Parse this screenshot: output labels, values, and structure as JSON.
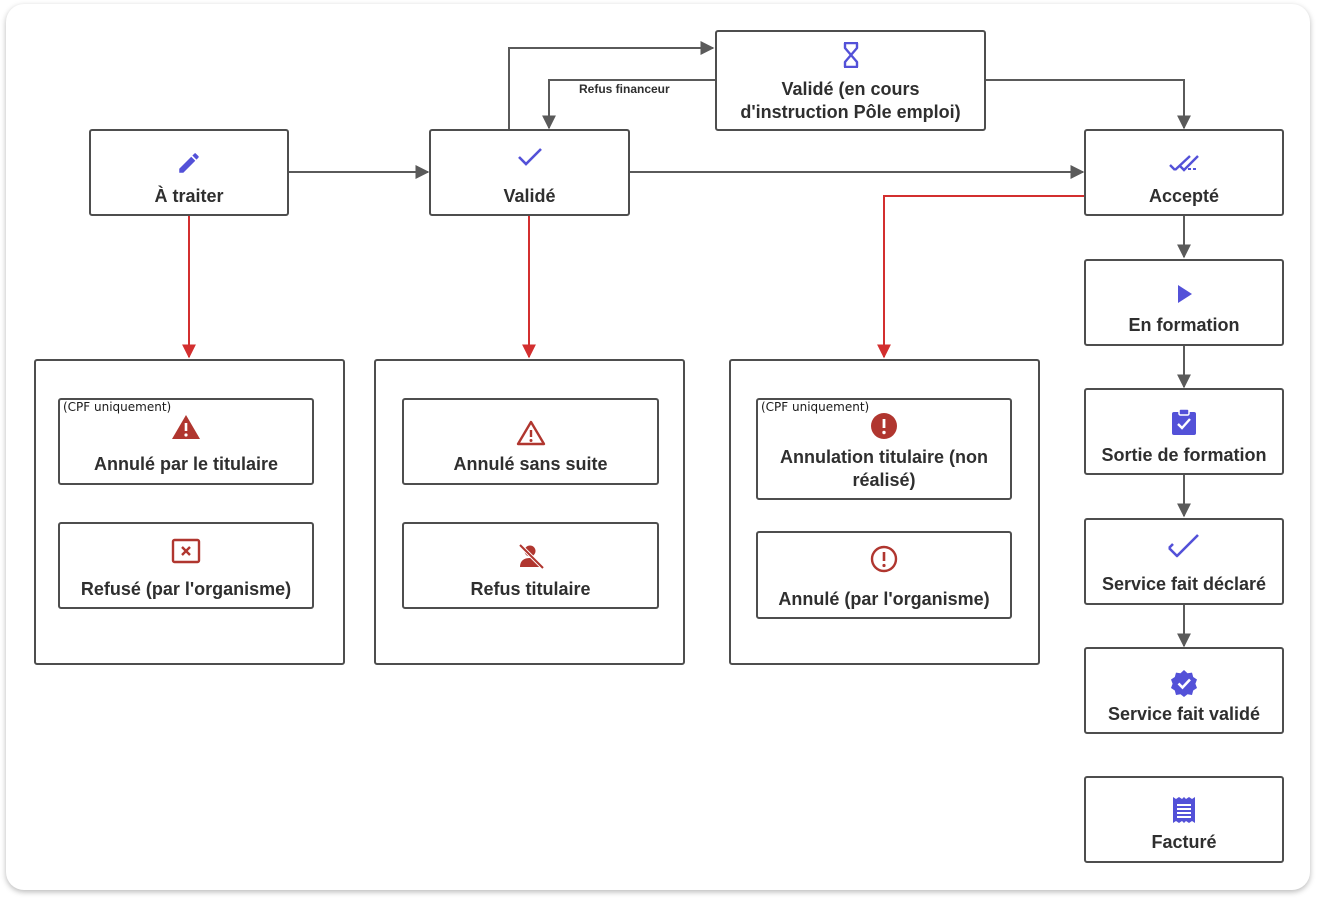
{
  "colors": {
    "accent": "#5351d8",
    "danger": "#b0362f",
    "line": "#5a5a5a",
    "cancel_line": "#d32f2f",
    "text": "#2f2f2f"
  },
  "nodes": {
    "a_traiter": {
      "label": "À traiter",
      "icon": "pencil-icon"
    },
    "valide": {
      "label": "Validé",
      "icon": "check-icon"
    },
    "valide_pole_emploi": {
      "label_line1": "Validé (en cours",
      "label_line2": "d'instruction Pôle emploi)",
      "icon": "hourglass-icon"
    },
    "accepte": {
      "label": "Accepté",
      "icon": "double-check-icon"
    },
    "en_formation": {
      "label": "En formation",
      "icon": "play-icon"
    },
    "sortie_formation": {
      "label": "Sortie de formation",
      "icon": "clipboard-check-icon"
    },
    "service_fait_declare": {
      "label": "Service fait déclaré",
      "icon": "double-check-large-icon"
    },
    "service_fait_valide": {
      "label": "Service fait validé",
      "icon": "verified-badge-icon"
    },
    "facture": {
      "label": "Facturé",
      "icon": "receipt-icon"
    }
  },
  "groups": {
    "group_1": {
      "annule_titulaire": {
        "note": "(CPF uniquement)",
        "label": "Annulé par le titulaire",
        "icon": "warning-filled-icon"
      },
      "refuse_organisme": {
        "label": "Refusé (par l'organisme)",
        "icon": "x-box-icon"
      }
    },
    "group_2": {
      "annule_sans_suite": {
        "label": "Annulé sans suite",
        "icon": "warning-outline-icon"
      },
      "refus_titulaire": {
        "label": "Refus titulaire",
        "icon": "person-off-icon"
      }
    },
    "group_3": {
      "annulation_titulaire": {
        "note": "(CPF uniquement)",
        "label_line1": "Annulation titulaire (non",
        "label_line2": "réalisé)",
        "icon": "alert-filled-icon"
      },
      "annule_organisme": {
        "label": "Annulé (par l'organisme)",
        "icon": "alert-outline-icon"
      }
    }
  },
  "edge_labels": {
    "refus_financeur": "Refus financeur"
  }
}
